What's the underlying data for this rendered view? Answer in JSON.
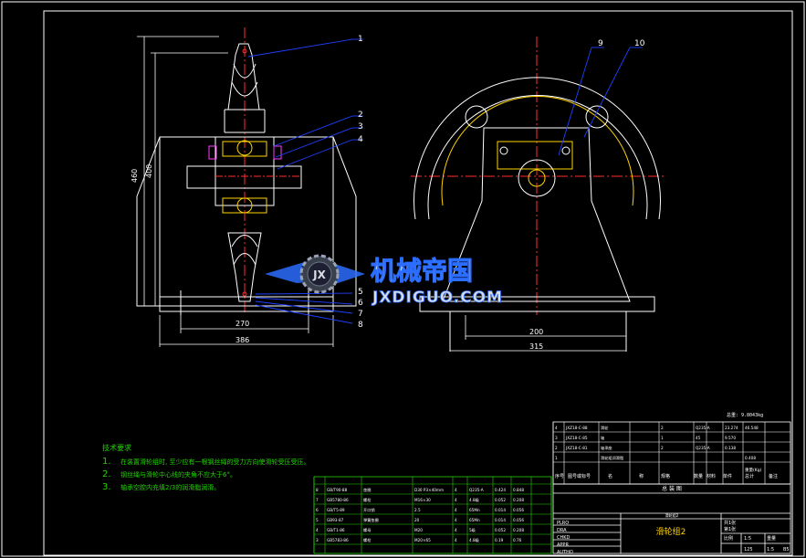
{
  "colors": {
    "background": "#000000",
    "frame": "#ffffff",
    "outline": "#ffffff",
    "dimension": "#ffffff",
    "leader": "#1e40ff",
    "centerline": "#ff2d2d",
    "detail": "#ffd400",
    "notes": "#22d400",
    "hatch": "#ff3cff",
    "logo_blue": "#2b6dff",
    "logo_text": "#d9dde6"
  },
  "dimensions": {
    "overall_height": "460",
    "inner_height": "400",
    "base_width_left": "270",
    "overall_width_left": "386",
    "base_width_right": "200",
    "overall_width_right": "315"
  },
  "balloons": [
    "1",
    "2",
    "3",
    "4",
    "5",
    "6",
    "7",
    "8",
    "9",
    "10"
  ],
  "watermark": {
    "badge": "JX",
    "title": "机械帝国",
    "subtitle": "JXDIGUO.COM"
  },
  "notes": {
    "heading": "技术要求",
    "items": [
      {
        "num": "1.",
        "text": "在装置滑轮组时, 至少应有一根钢丝绳的受力方向使滑轮受压受压。"
      },
      {
        "num": "2.",
        "text": "钢丝绳与滑轮中心线的夹角不应大于6°。"
      },
      {
        "num": "3.",
        "text": "轴承空腔内充填2/3的润滑脂润滑。"
      }
    ]
  },
  "parts_table": {
    "rows": [
      [
        "8",
        "GB/T90-88",
        "垫圈",
        "D30 P3×40mm",
        "4",
        "Q235-A",
        "0.424",
        "0.848"
      ],
      [
        "7",
        "GB5780-86",
        "螺栓",
        "M16×30",
        "4",
        "4.8级",
        "0.052",
        "0.208"
      ],
      [
        "6",
        "GB/T5-89",
        "开口销",
        "2.5",
        "4",
        "65Mn",
        "0.014",
        "0.056"
      ],
      [
        "5",
        "GB93-87",
        "弹簧垫圈",
        "20",
        "4",
        "65Mn",
        "0.014",
        "0.056"
      ],
      [
        "4",
        "GB/T1-86",
        "螺母",
        "M20",
        "4",
        "5级",
        "0.052",
        "0.208"
      ],
      [
        "3",
        "GB5783-86",
        "螺栓",
        "M20×65",
        "4",
        "4.8级",
        "0.19",
        "0.76"
      ]
    ],
    "weight_note": "总重: 9.8043kg",
    "upper_rows": [
      [
        "4",
        "JXZ18-C-88",
        "滑轮",
        "",
        "2",
        "Q235-A",
        "23.274",
        "46.548"
      ],
      [
        "3",
        "JXZ18-C-85",
        "轴",
        "",
        "1",
        "45",
        "9.570",
        ""
      ],
      [
        "2",
        "JXZ18-C-81",
        "轴承座",
        "",
        "2",
        "Q235-A",
        "0.138",
        ""
      ],
      [
        "1",
        "",
        "滑轮组润滑脂",
        "",
        "",
        "",
        "",
        "0.408"
      ]
    ],
    "header": [
      "序号",
      "图号或标号",
      "名",
      "称",
      "规格",
      "数量",
      "材料",
      "单件",
      "总计",
      "备注"
    ],
    "header_weight": "重量(Kg)",
    "title_row": "总    装    图",
    "scale_note": "滑轮组2"
  },
  "title_block": {
    "name": "滑轮组2",
    "roles": [
      "PLRO",
      "DRA",
      "CHKD",
      "APPR",
      "AUTHO"
    ],
    "meta": [
      "比例",
      "1:5",
      "共1张",
      "第1张",
      "重量",
      "125",
      "1:5",
      "B5"
    ]
  }
}
